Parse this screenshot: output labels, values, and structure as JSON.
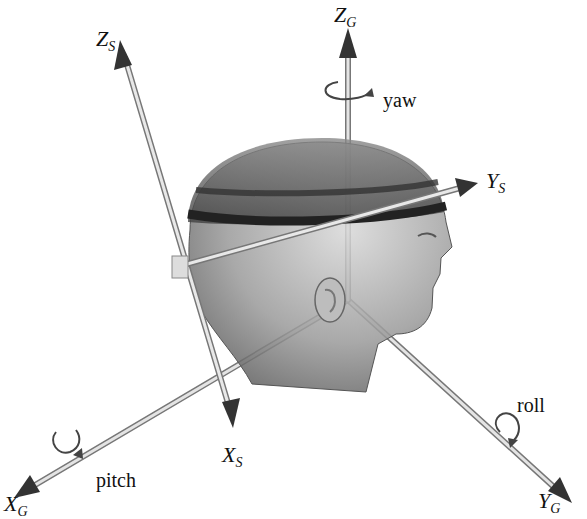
{
  "diagram": {
    "labels": [
      "ZS",
      "ZG",
      "yaw",
      "YS",
      "XS",
      "roll",
      "XG",
      "pitch",
      "YG"
    ]
  }
}
